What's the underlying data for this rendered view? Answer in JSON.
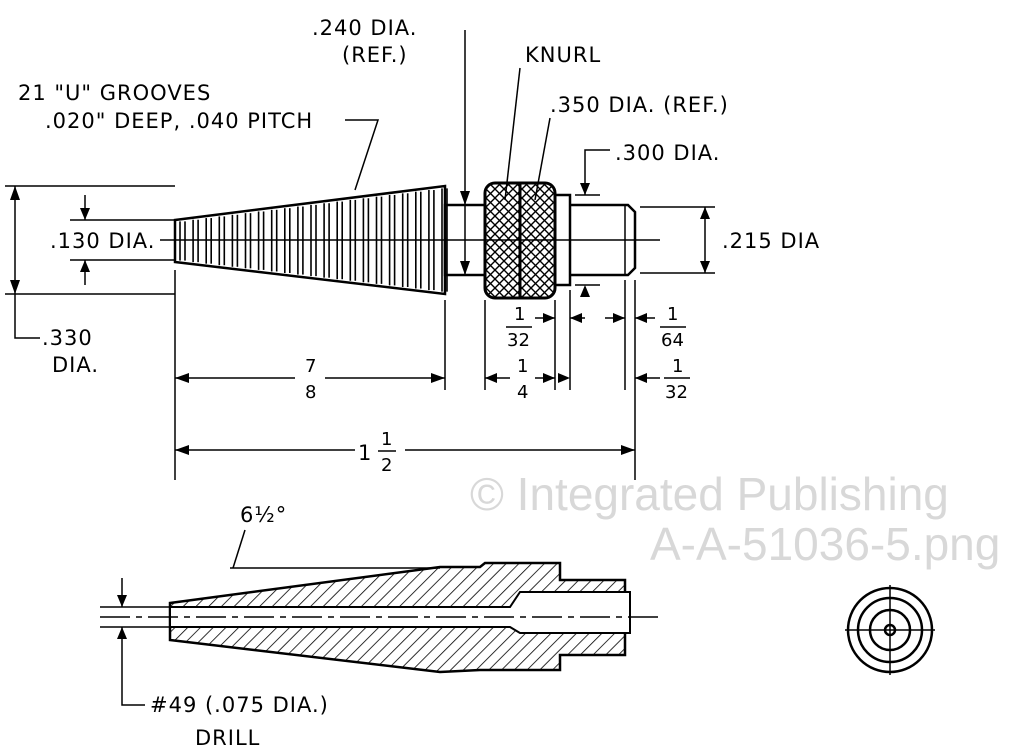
{
  "title": "Tapered hose fitting with knurled collar",
  "labels": {
    "dia_240": ".240 DIA.",
    "ref_240": "(REF.)",
    "knurl": "KNURL",
    "dia_350": ".350 DIA. (REF.)",
    "grooves_line1": "21 \"U\" GROOVES",
    "grooves_line2": ".020\" DEEP, .040 PITCH",
    "dia_300": ".300 DIA.",
    "dia_130": ".130 DIA.",
    "dia_215": ".215 DIA",
    "dia_330": ".330",
    "dia_330_unit": "DIA.",
    "angle": "6½°",
    "drill_line1": "#49 (.075 DIA.)",
    "drill_line2": "DRILL"
  },
  "dimensions": {
    "d_1_32a": {
      "num": "1",
      "den": "32"
    },
    "d_1_64": {
      "num": "1",
      "den": "64"
    },
    "d_7_8": {
      "num": "7",
      "den": "8"
    },
    "d_1_4": {
      "num": "1",
      "den": "4"
    },
    "d_1_32b": {
      "num": "1",
      "den": "32"
    },
    "d_1_1_2": {
      "whole": "1",
      "num": "1",
      "den": "2"
    }
  },
  "watermark": {
    "line1": "© Integrated Publishing",
    "line2": "A-A-51036-5.png"
  }
}
